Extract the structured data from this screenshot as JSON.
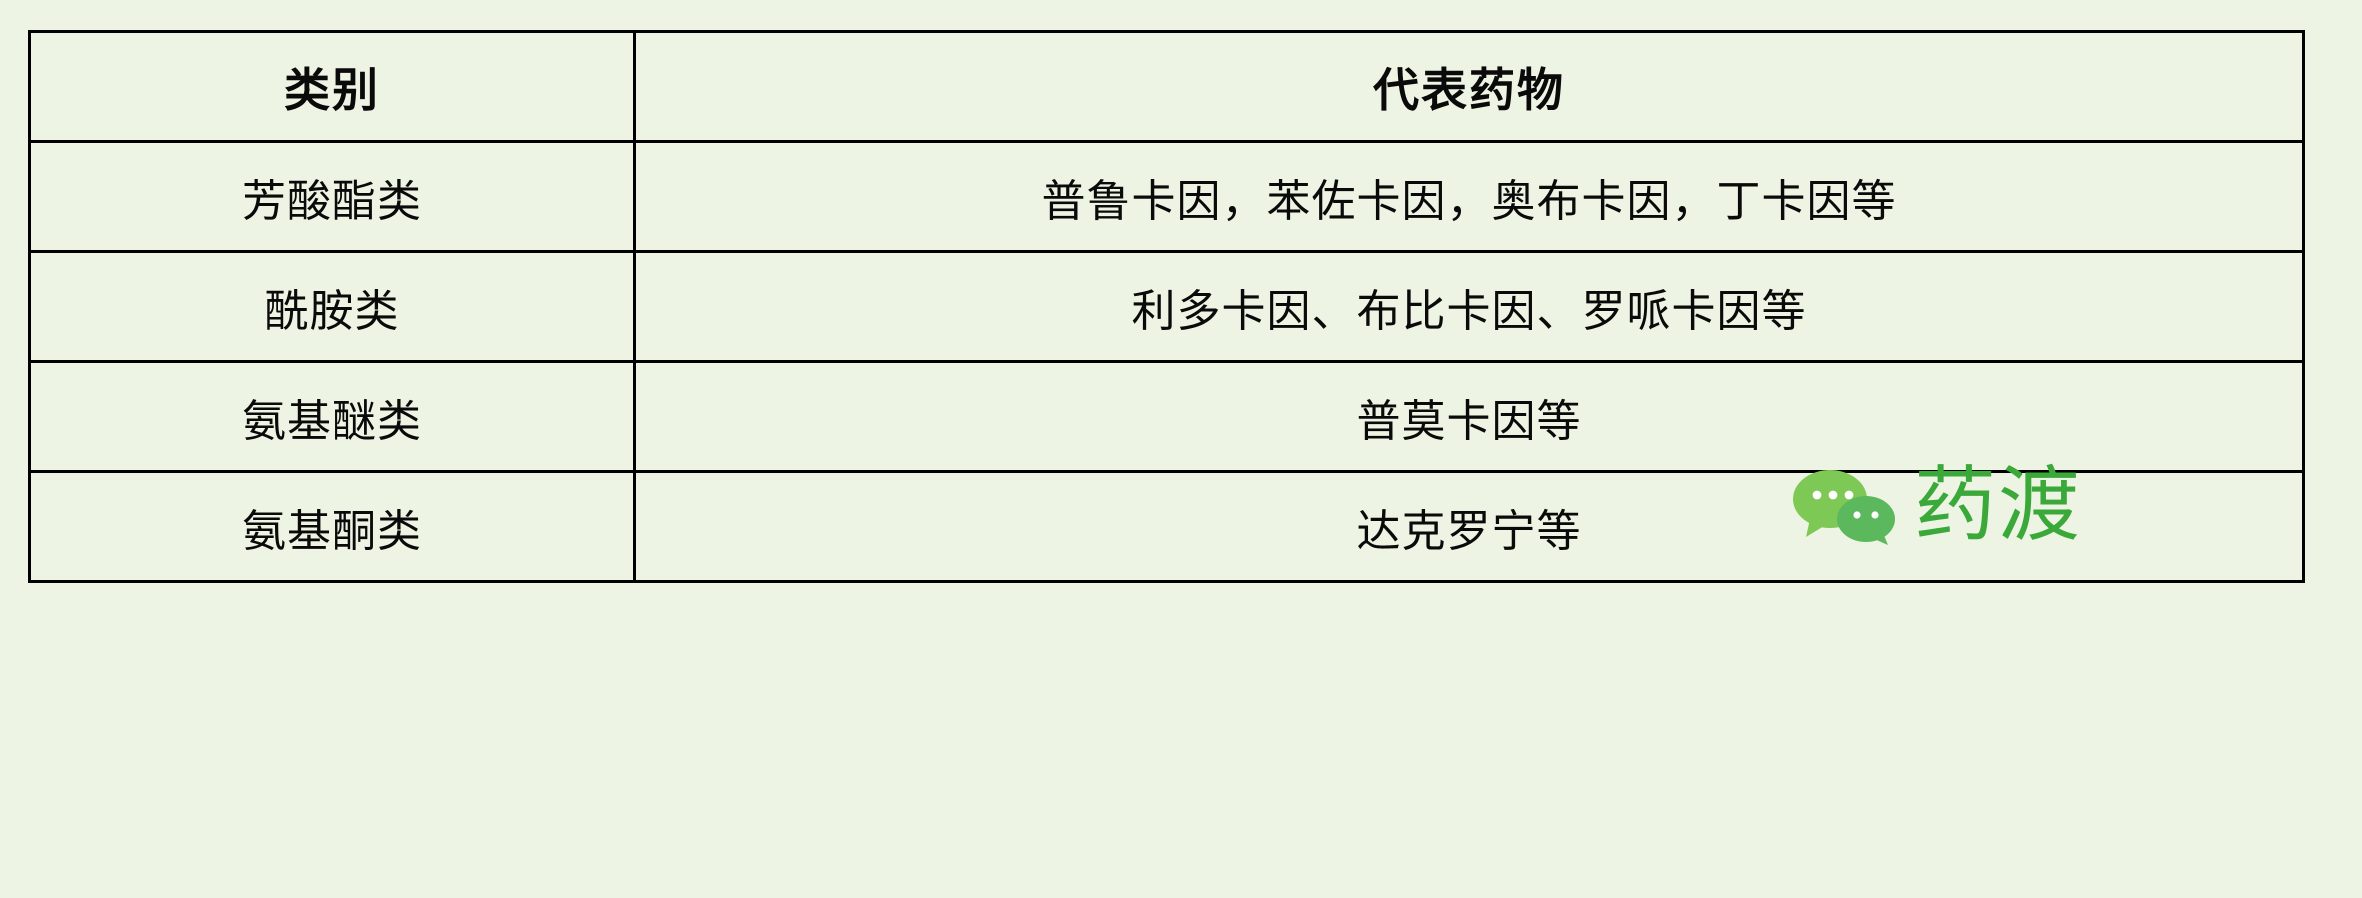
{
  "page": {
    "background_color": "#edf4e3",
    "text_color": "#0a0a0a",
    "border_color": "#000000"
  },
  "table": {
    "headers": [
      "类别",
      "代表药物"
    ],
    "rows": [
      {
        "category": "芳酸酯类",
        "drugs": "普鲁卡因，苯佐卡因，奥布卡因，丁卡因等"
      },
      {
        "category": "酰胺类",
        "drugs": "利多卡因、布比卡因、罗哌卡因等"
      },
      {
        "category": "氨基醚类",
        "drugs": "普莫卡因等"
      },
      {
        "category": "氨基酮类",
        "drugs": "达克罗宁等"
      }
    ]
  },
  "watermark": {
    "brand": "药渡",
    "icon": "wechat-icon",
    "brand_color": "#3aa93a",
    "icon_color": "#6cc24a"
  }
}
